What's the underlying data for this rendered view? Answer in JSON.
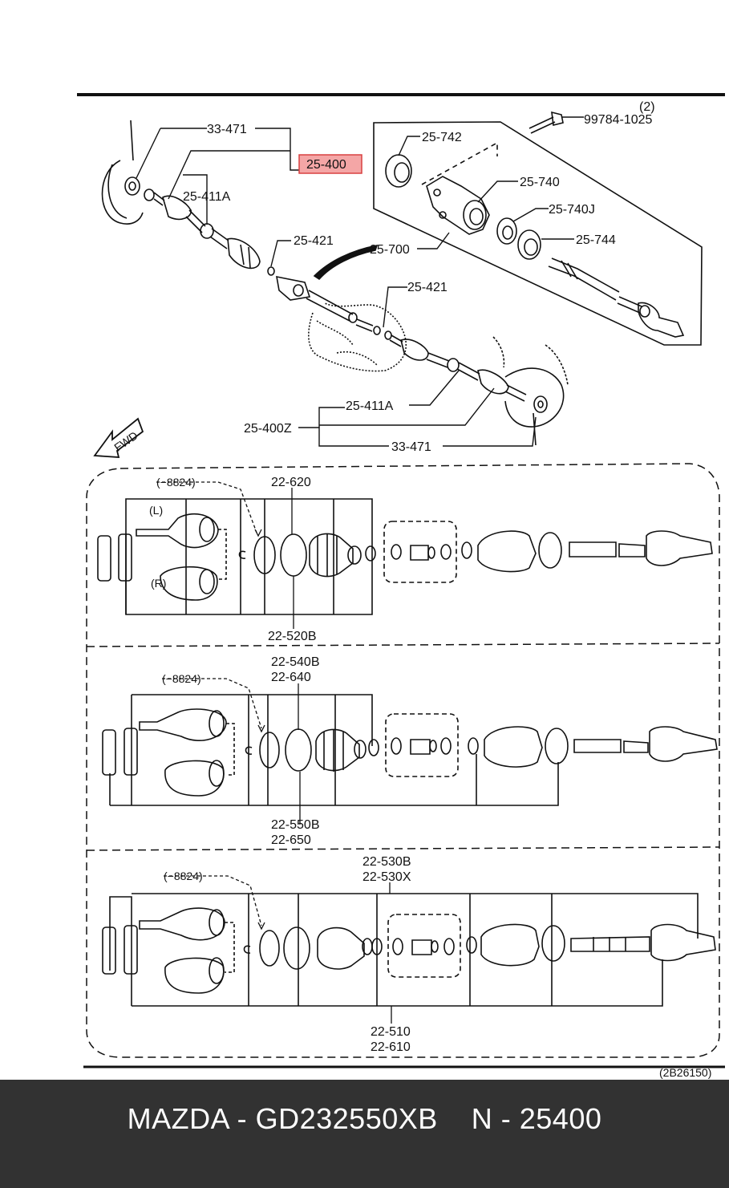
{
  "diagram": {
    "highlight_color": "#f4a6a6",
    "highlight_border": "#d84040",
    "top_labels": {
      "bolt_qty": "(2)",
      "bolt": "99784-1025",
      "l1": "33-471",
      "highlighted": "25-400",
      "l3": "25-411A",
      "l4": "25-421",
      "l5": "25-742",
      "l6": "25-740",
      "l7": "25-740J",
      "l8": "25-744",
      "l9": "25-700",
      "l10": "25-421",
      "l11": "25-411A",
      "l12": "25-400Z",
      "l13": "33-471",
      "fwd": "FWD"
    },
    "panel1": {
      "range": "(−8824)",
      "a": "22-620",
      "b": "22-520B",
      "left": "(L)",
      "right": "(R)"
    },
    "panel2": {
      "range": "(−8824)",
      "a1": "22-540B",
      "a2": "22-640",
      "b1": "22-550B",
      "b2": "22-650"
    },
    "panel3": {
      "range": "(−8824)",
      "a1": "22-530B",
      "a2": "22-530X",
      "b1": "22-510",
      "b2": "22-610"
    },
    "diagram_code": "(2B26150)"
  },
  "footer": {
    "background": "#323232",
    "text": "MAZDA - GD232550XB    N - 25400"
  }
}
